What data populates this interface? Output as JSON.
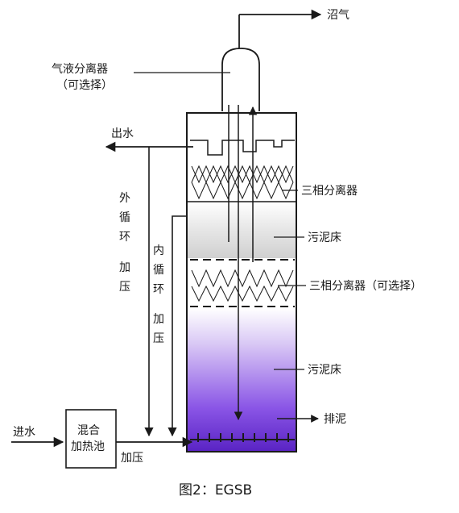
{
  "labels": {
    "biogas": "沼气",
    "gl_separator_line1": "气液分离器",
    "gl_separator_line2": "（可选择）",
    "effluent": "出水",
    "three_phase_separator": "三相分离器",
    "sludge_bed_top": "污泥床",
    "three_phase_separator_optional": "三相分离器（可选择）",
    "sludge_bed_bottom": "污泥床",
    "sludge_discharge": "排泥",
    "external_circulation_chars": [
      "外",
      "循",
      "环"
    ],
    "external_pressurize_chars": [
      "加",
      "压"
    ],
    "internal_circulation_chars": [
      "内",
      "循",
      "环"
    ],
    "internal_pressurize_chars": [
      "加",
      "压"
    ],
    "influent": "进水",
    "mixing_box_line1": "混合",
    "mixing_box_line2": "加热池",
    "pressurize_bottom": "加压",
    "caption": "图2：EGSB"
  },
  "colors": {
    "line": "#1a1a1a",
    "sludge_bed_purple": "#6a2fd6",
    "sludge_bed_top_gray": "#d6d6d6",
    "dome_fill": "#ffffff"
  }
}
